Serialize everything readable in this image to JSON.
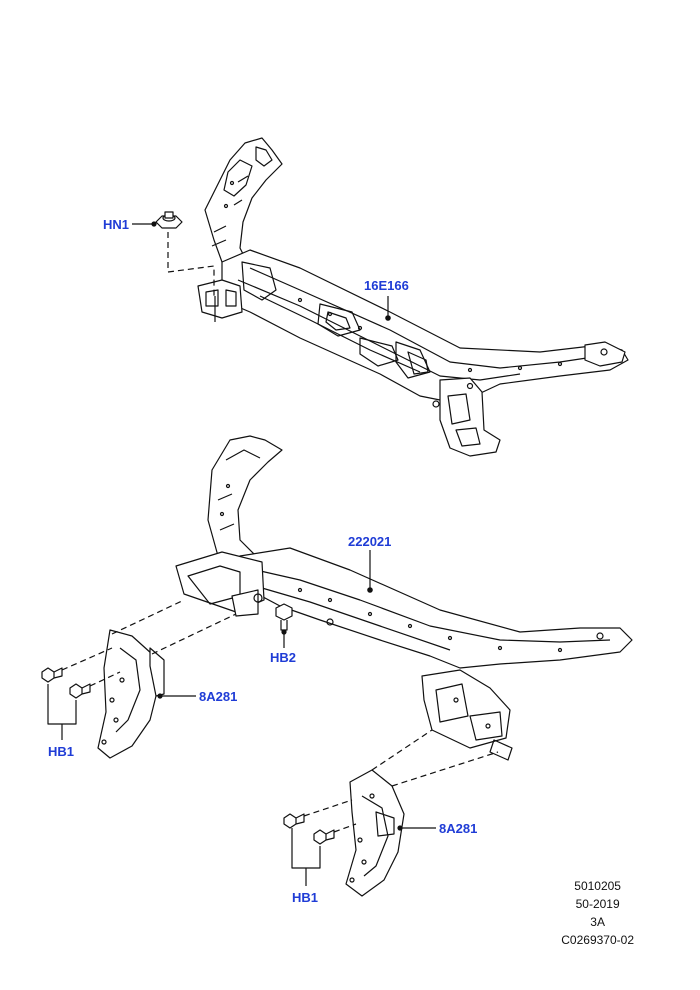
{
  "labels": {
    "hn1": "HN1",
    "upper_member": "16E166",
    "lower_member": "222021",
    "hb2": "HB2",
    "bracket_left": "8A281",
    "bracket_right": "8A281",
    "hb1_left": "HB1",
    "hb1_right": "HB1"
  },
  "reference": {
    "line1": "5010205",
    "line2": "50-2019",
    "line3": "3A",
    "line4": "C0269370-02"
  },
  "colors": {
    "label": "#1f3cd6",
    "line": "#111111",
    "background": "#ffffff"
  }
}
